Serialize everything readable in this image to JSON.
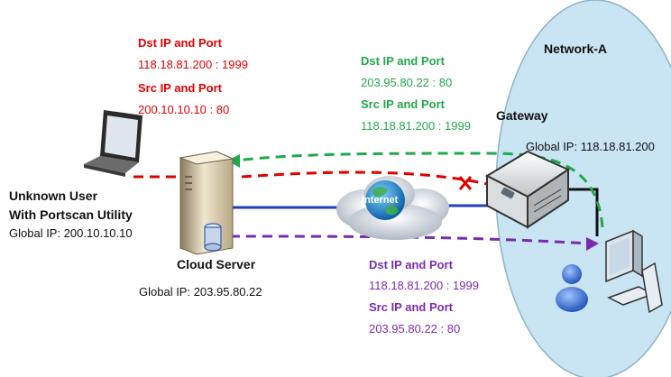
{
  "network_label": "Network-A",
  "gateway": {
    "label": "Gateway",
    "global_ip": "Global IP: 118.18.81.200"
  },
  "user": {
    "line1": "Unknown User",
    "line2": "With Portscan Utility",
    "global_ip": "Global IP: 200.10.10.10"
  },
  "cloud_server": {
    "label": "Cloud Server",
    "global_ip": "Global IP: 203.95.80.22"
  },
  "internet_label": "Internet",
  "red_packet": {
    "dst_label": "Dst IP and Port",
    "dst_value": "118.18.81.200 : 1999",
    "src_label": "Src IP and Port",
    "src_value": "200.10.10.10 : 80"
  },
  "green_packet": {
    "dst_label": "Dst IP and Port",
    "dst_value": "203.95.80.22 : 80",
    "src_label": "Src IP and Port",
    "src_value": "118.18.81.200 : 1999"
  },
  "purple_packet": {
    "dst_label": "Dst IP and Port",
    "dst_value": "118.18.81.200 : 1999",
    "src_label": "Src IP and Port",
    "src_value": "203.95.80.22 : 80"
  },
  "colors": {
    "red": "#e00000",
    "green": "#22a84a",
    "purple": "#7a2bb0",
    "blue": "#1f3fbf",
    "network_fill": "#c9e4f2"
  }
}
